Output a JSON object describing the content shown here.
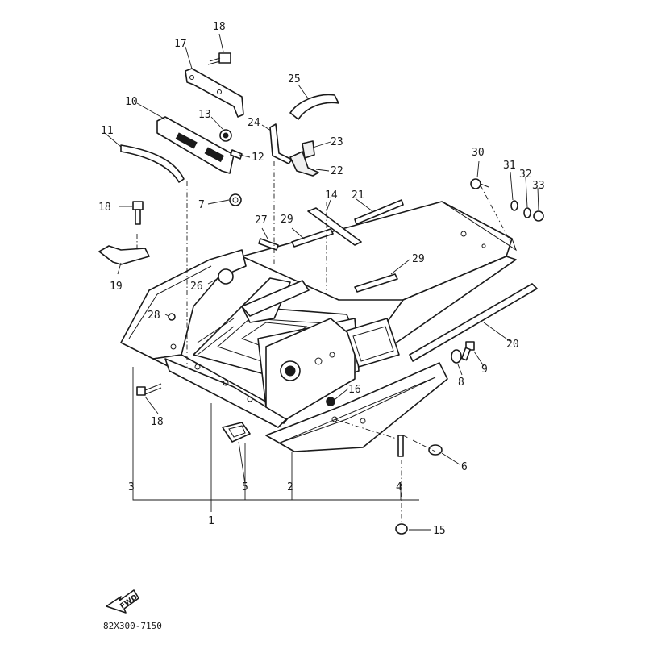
{
  "callouts": {
    "c1": "1",
    "c2": "2",
    "c3": "3",
    "c4": "4",
    "c5": "5",
    "c6": "6",
    "c7": "7",
    "c8": "8",
    "c9": "9",
    "c10": "10",
    "c11": "11",
    "c12": "12",
    "c13": "13",
    "c14": "14",
    "c15": "15",
    "c16": "16",
    "c17": "17",
    "c18a": "18",
    "c18b": "18",
    "c18c": "18",
    "c19": "19",
    "c20": "20",
    "c21": "21",
    "c22": "22",
    "c23": "23",
    "c24": "24",
    "c25": "25",
    "c26": "26",
    "c27": "27",
    "c28": "28",
    "c29a": "29",
    "c29b": "29",
    "c30": "30",
    "c31": "31",
    "c32": "32",
    "c33": "33"
  },
  "fwd_label": "FWD",
  "reference_code": "82X300-7150"
}
